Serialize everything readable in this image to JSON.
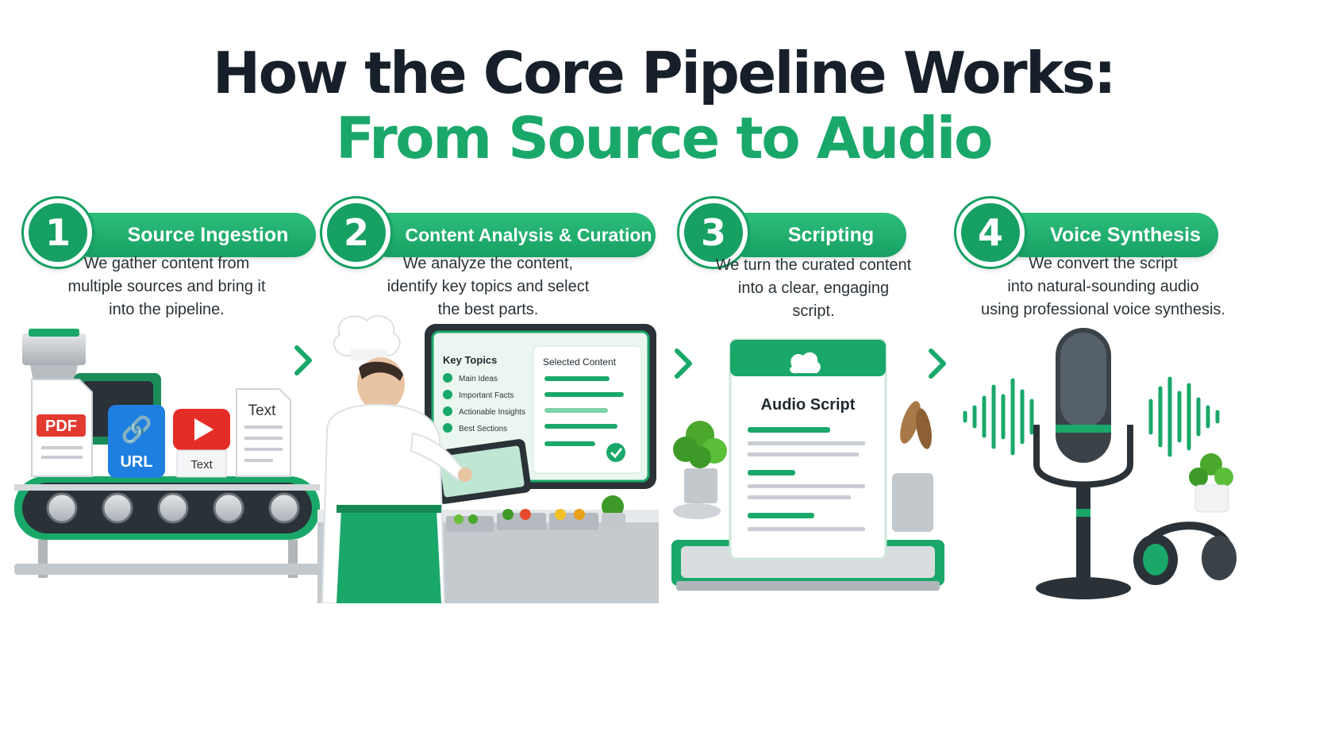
{
  "title": {
    "line1": "How the Core Pipeline Works:",
    "line2": "From Source to Audio"
  },
  "colors": {
    "accent": "#1aa86a",
    "dark": "#17202a",
    "metal": "#c9cdd1"
  },
  "steps": [
    {
      "number": "1",
      "label": "Source Ingestion",
      "description": [
        "We gather content from",
        "multiple sources and bring it",
        "into the pipeline."
      ],
      "sources": {
        "pdf": "PDF",
        "url": "URL",
        "video": "Text",
        "text": "Text"
      }
    },
    {
      "number": "2",
      "label": "Content Analysis & Curation",
      "description": [
        "We analyze the content,",
        "identify key topics and select",
        "the best parts."
      ],
      "screen": {
        "left_title": "Key Topics",
        "items": [
          "Main Ideas",
          "Important Facts",
          "Actionable Insights",
          "Best Sections"
        ],
        "right_title": "Selected Content"
      }
    },
    {
      "number": "3",
      "label": "Scripting",
      "description": [
        "We turn the curated content",
        "into a clear, engaging",
        "script."
      ],
      "document_title": "Audio Script"
    },
    {
      "number": "4",
      "label": "Voice Synthesis",
      "description": [
        "We convert the script",
        "into natural-sounding audio",
        "using professional voice synthesis."
      ]
    }
  ]
}
